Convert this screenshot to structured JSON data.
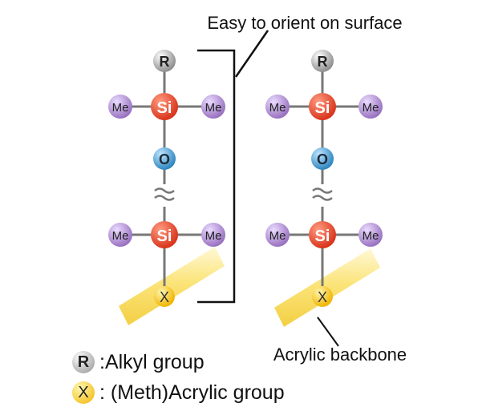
{
  "annotation_orient": "Easy to orient on surface",
  "annotation_backbone": "Acrylic backbone",
  "atoms": {
    "r": "R",
    "si": "Si",
    "o": "O",
    "me": "Me",
    "x": "X"
  },
  "legend": {
    "r_badge": "R",
    "r_text": ":Alkyl group",
    "x_badge": "X",
    "x_text": ": (Meth)Acrylic group"
  },
  "colors": {
    "r_atom": "#a9a9a9",
    "si_atom": "#e8452c",
    "o_atom": "#4ea3d4",
    "me_atom": "#b48fd0",
    "x_atom": "#f5c518",
    "backbone": "#fbe47a"
  }
}
